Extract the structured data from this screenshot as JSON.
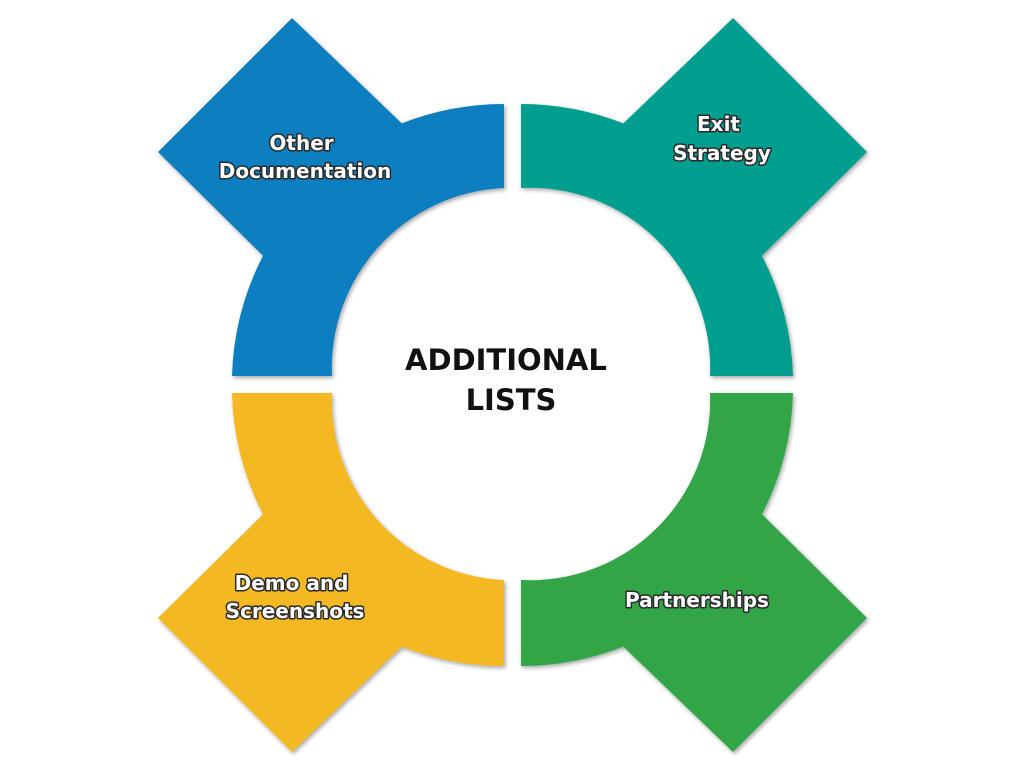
{
  "center": {
    "line1": "ADDITIONAL",
    "line2": "LISTS"
  },
  "segments": {
    "top_left": {
      "line1": "Other",
      "line2": "Documentation",
      "color": "#0b7ec0"
    },
    "top_right": {
      "line1": "Exit",
      "line2": "Strategy",
      "color": "#009e8e"
    },
    "bottom_left": {
      "line1": "Demo and",
      "line2": "Screenshots",
      "color": "#f4b822"
    },
    "bottom_right": {
      "line1": "Partnerships",
      "color": "#33a646"
    }
  }
}
